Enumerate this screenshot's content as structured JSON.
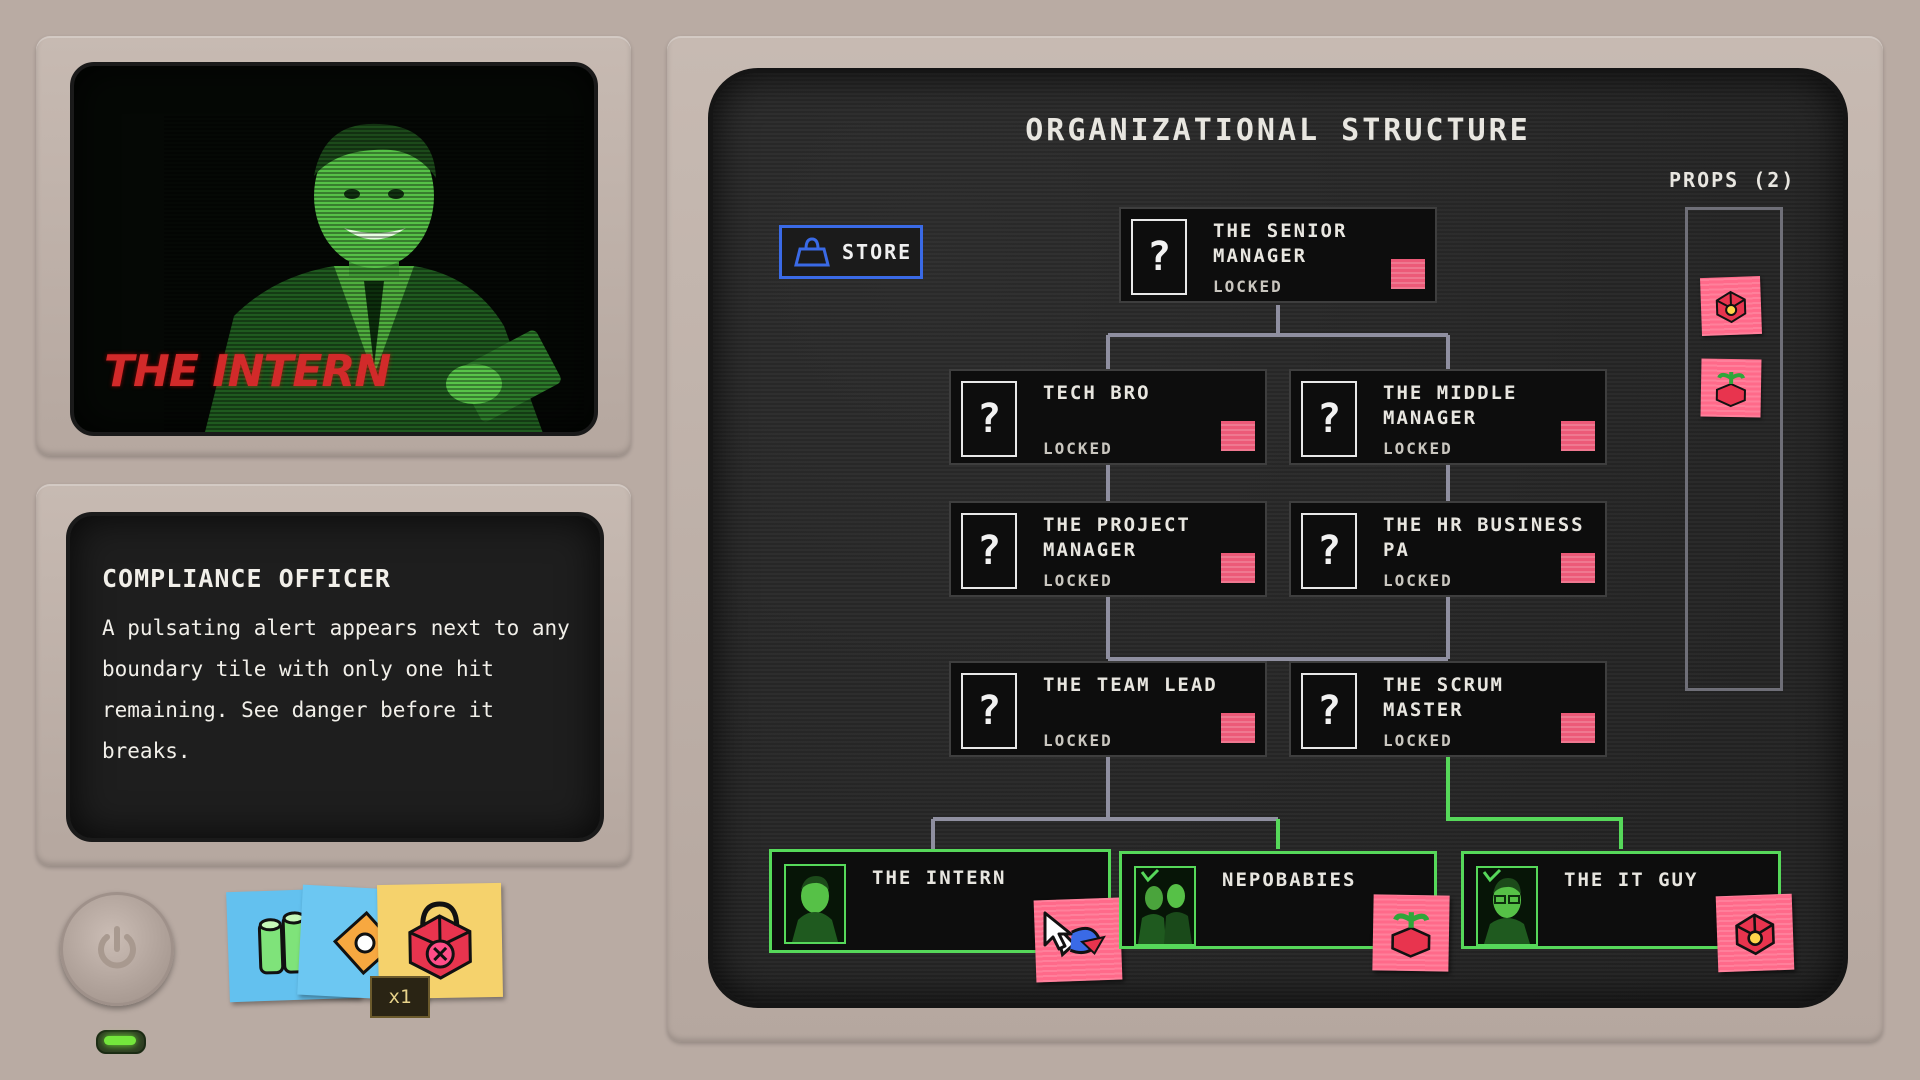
{
  "portrait": {
    "caption": "THE INTERN",
    "icon": "intern-portrait"
  },
  "description": {
    "title": "COMPLIANCE OFFICER",
    "body": "A pulsating alert appears next to any boundary tile with only one hit remaining. See danger before it breaks."
  },
  "power": {
    "icon": "power-icon"
  },
  "inventory": {
    "count_badge": "x1",
    "items": [
      {
        "icon": "coin-stack-icon"
      },
      {
        "icon": "coupon-icon"
      },
      {
        "icon": "locked-gem-icon"
      }
    ]
  },
  "org": {
    "title": "ORGANIZATIONAL STRUCTURE",
    "store_label": "STORE",
    "props_label": "PROPS (2)",
    "props": [
      {
        "icon": "gem-cube-icon"
      },
      {
        "icon": "gem-sprout-icon"
      }
    ],
    "nodes": {
      "senior_manager": {
        "name": "THE SENIOR MANAGER",
        "status": "LOCKED",
        "icon": "question-mark"
      },
      "tech_bro": {
        "name": "TECH BRO",
        "status": "LOCKED",
        "icon": "question-mark"
      },
      "middle_manager": {
        "name": "THE MIDDLE MANAGER",
        "status": "LOCKED",
        "icon": "question-mark"
      },
      "project_manager": {
        "name": "THE PROJECT MANAGER",
        "status": "LOCKED",
        "icon": "question-mark"
      },
      "hr_business_pa": {
        "name": "THE HR BUSINESS PA",
        "status": "LOCKED",
        "icon": "question-mark"
      },
      "team_lead": {
        "name": "THE TEAM LEAD",
        "status": "LOCKED",
        "icon": "question-mark"
      },
      "scrum_master": {
        "name": "THE SCRUM MASTER",
        "status": "LOCKED",
        "icon": "question-mark"
      },
      "intern": {
        "name": "THE INTERN",
        "icon": "intern-avatar"
      },
      "nepobabies": {
        "name": "NEPOBABIES",
        "icon": "nepobabies-avatar"
      },
      "it_guy": {
        "name": "THE IT GUY",
        "icon": "it-guy-avatar"
      }
    },
    "question_glyph": "?"
  },
  "colors": {
    "active_green": "#56d85a",
    "store_blue": "#3a6ae6",
    "tag_pink": "#ec5a78",
    "caption_red": "#d22a2a"
  }
}
